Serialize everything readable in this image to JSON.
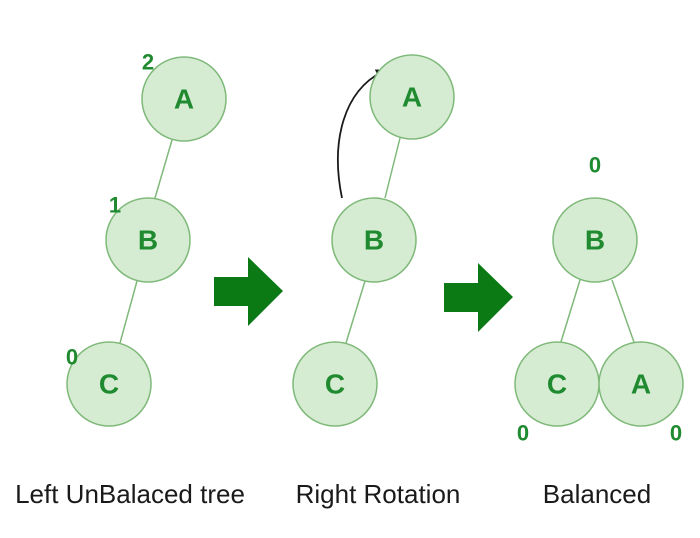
{
  "colors": {
    "node_fill": "#d6ecd2",
    "node_stroke": "#7fb97a",
    "label": "#1f8a2f",
    "arrow": "#0b7a14",
    "caption": "#1a1a1a"
  },
  "panels": {
    "left": {
      "caption": "Left UnBalaced tree",
      "nodes": {
        "A": {
          "label": "A",
          "bf": "2"
        },
        "B": {
          "label": "B",
          "bf": "1"
        },
        "C": {
          "label": "C",
          "bf": "0"
        }
      }
    },
    "middle": {
      "caption": "Right Rotation",
      "nodes": {
        "A": {
          "label": "A"
        },
        "B": {
          "label": "B"
        },
        "C": {
          "label": "C"
        }
      }
    },
    "right": {
      "caption": "Balanced",
      "nodes": {
        "B": {
          "label": "B",
          "bf": "0"
        },
        "C": {
          "label": "C",
          "bf": "0"
        },
        "A": {
          "label": "A",
          "bf": "0"
        }
      }
    }
  }
}
